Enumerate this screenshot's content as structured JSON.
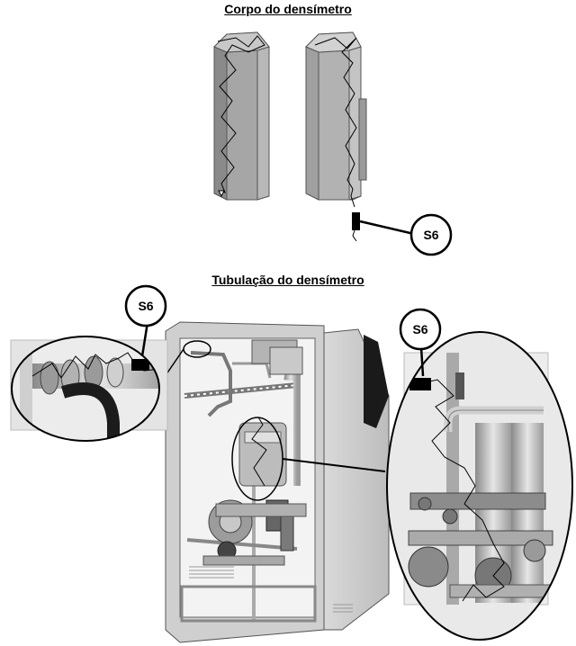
{
  "sections": {
    "top_title": "Corpo do densímetro",
    "bottom_title": "Tubulação do densímetro"
  },
  "callouts": {
    "top": "S6",
    "left_detail": "S6",
    "right_detail": "S6"
  }
}
